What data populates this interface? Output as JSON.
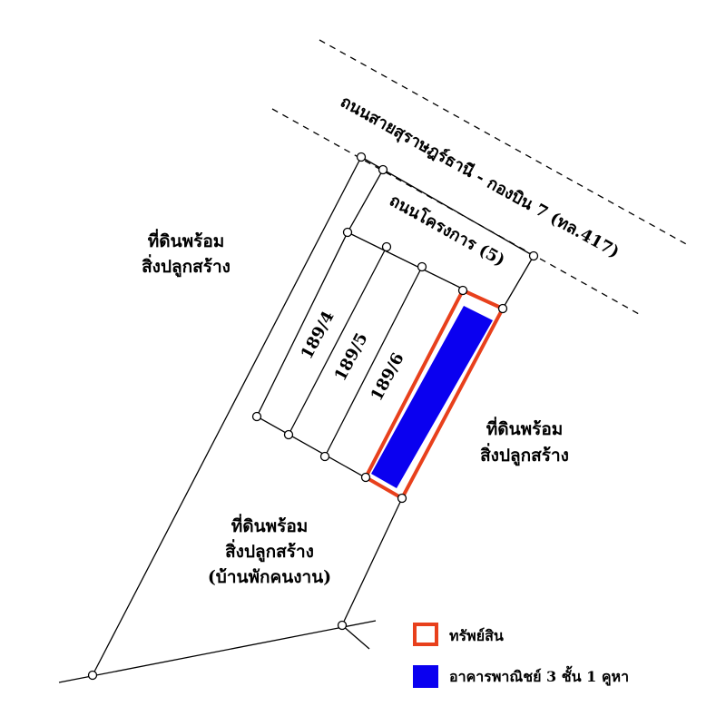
{
  "roads": {
    "highway_label": "ถนนสายสุราษฎร์ธานี - กองบิน 7 (ทล.417)",
    "project_road_label": "ถนนโครงการ (5)"
  },
  "plots": [
    {
      "label": "189/4"
    },
    {
      "label": "189/5"
    },
    {
      "label": "189/6"
    }
  ],
  "neighbors": {
    "left_top": [
      "ที่ดินพร้อม",
      "สิ่งปลูกสร้าง"
    ],
    "right": [
      "ที่ดินพร้อม",
      "สิ่งปลูกสร้าง"
    ],
    "bottom": [
      "ที่ดินพร้อม",
      "สิ่งปลูกสร้าง",
      "(บ้านพักคนงาน)"
    ]
  },
  "legend": {
    "items": [
      {
        "label": "ทรัพย์สิน",
        "symbol": "outline-square",
        "color": "#e8401c"
      },
      {
        "label": "อาคารพาณิชย์ 3 ชั้น 1 คูหา",
        "symbol": "filled-square",
        "color": "#0a00f0"
      }
    ]
  },
  "colors": {
    "property_outline": "#e8401c",
    "building_fill": "#0a00f0",
    "lines": "#000000"
  }
}
